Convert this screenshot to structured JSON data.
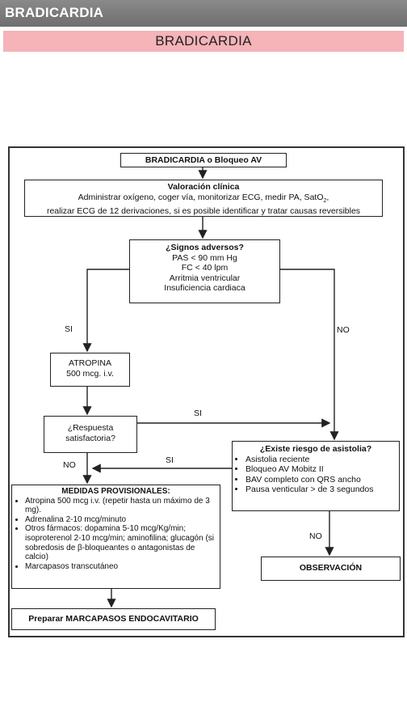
{
  "appbar": {
    "title": "BRADICARDIA"
  },
  "banner": {
    "title": "BRADICARDIA"
  },
  "flowchart": {
    "start": "BRADICARDIA o Bloqueo AV",
    "assessment": {
      "title": "Valoración clínica",
      "line1": "Administrar oxígeno, coger vía, monitorizar ECG, medir PA, SatO",
      "sub2": "2",
      "line1_end": ",",
      "line2": "realizar ECG de 12 derivaciones, si es posible identificar y tratar causas reversibles"
    },
    "adverse": {
      "title": "¿Signos adversos?",
      "items": [
        "PAS < 90 mm Hg",
        "FC < 40 lpm",
        "Arritmia ventricular",
        "Insuficiencia cardiaca"
      ]
    },
    "atropine": {
      "line1": "ATROPINA",
      "line2": "500 mcg. i.v."
    },
    "response": {
      "line1": "¿Respuesta",
      "line2": "satisfactoria?"
    },
    "asystole": {
      "title": "¿Existe riesgo de asistolia?",
      "items": [
        "Asistolia reciente",
        "Bloqueo AV Mobitz II",
        "BAV completo con QRS ancho",
        "Pausa venticular > de 3 segundos"
      ]
    },
    "provisional": {
      "title": "MEDIDAS PROVISIONALES:",
      "items": [
        "Atropina 500 mcg i.v. (repetir hasta un máximo de 3 mg).",
        "Adrenalina 2-10 mcg/minuto",
        "Otros fármacos: dopamina 5-10 mcg/Kg/min; isoproterenol 2-10 mcg/min; aminofilina; glucagón (si sobredosis de β-bloqueantes o antagonistas de calcio)",
        "Marcapasos transcutáneo"
      ]
    },
    "observation": "OBSERVACIÓN",
    "pacemaker": "Preparar MARCAPASOS ENDOCAVITARIO",
    "labels": {
      "si": "SI",
      "no": "NO"
    }
  }
}
